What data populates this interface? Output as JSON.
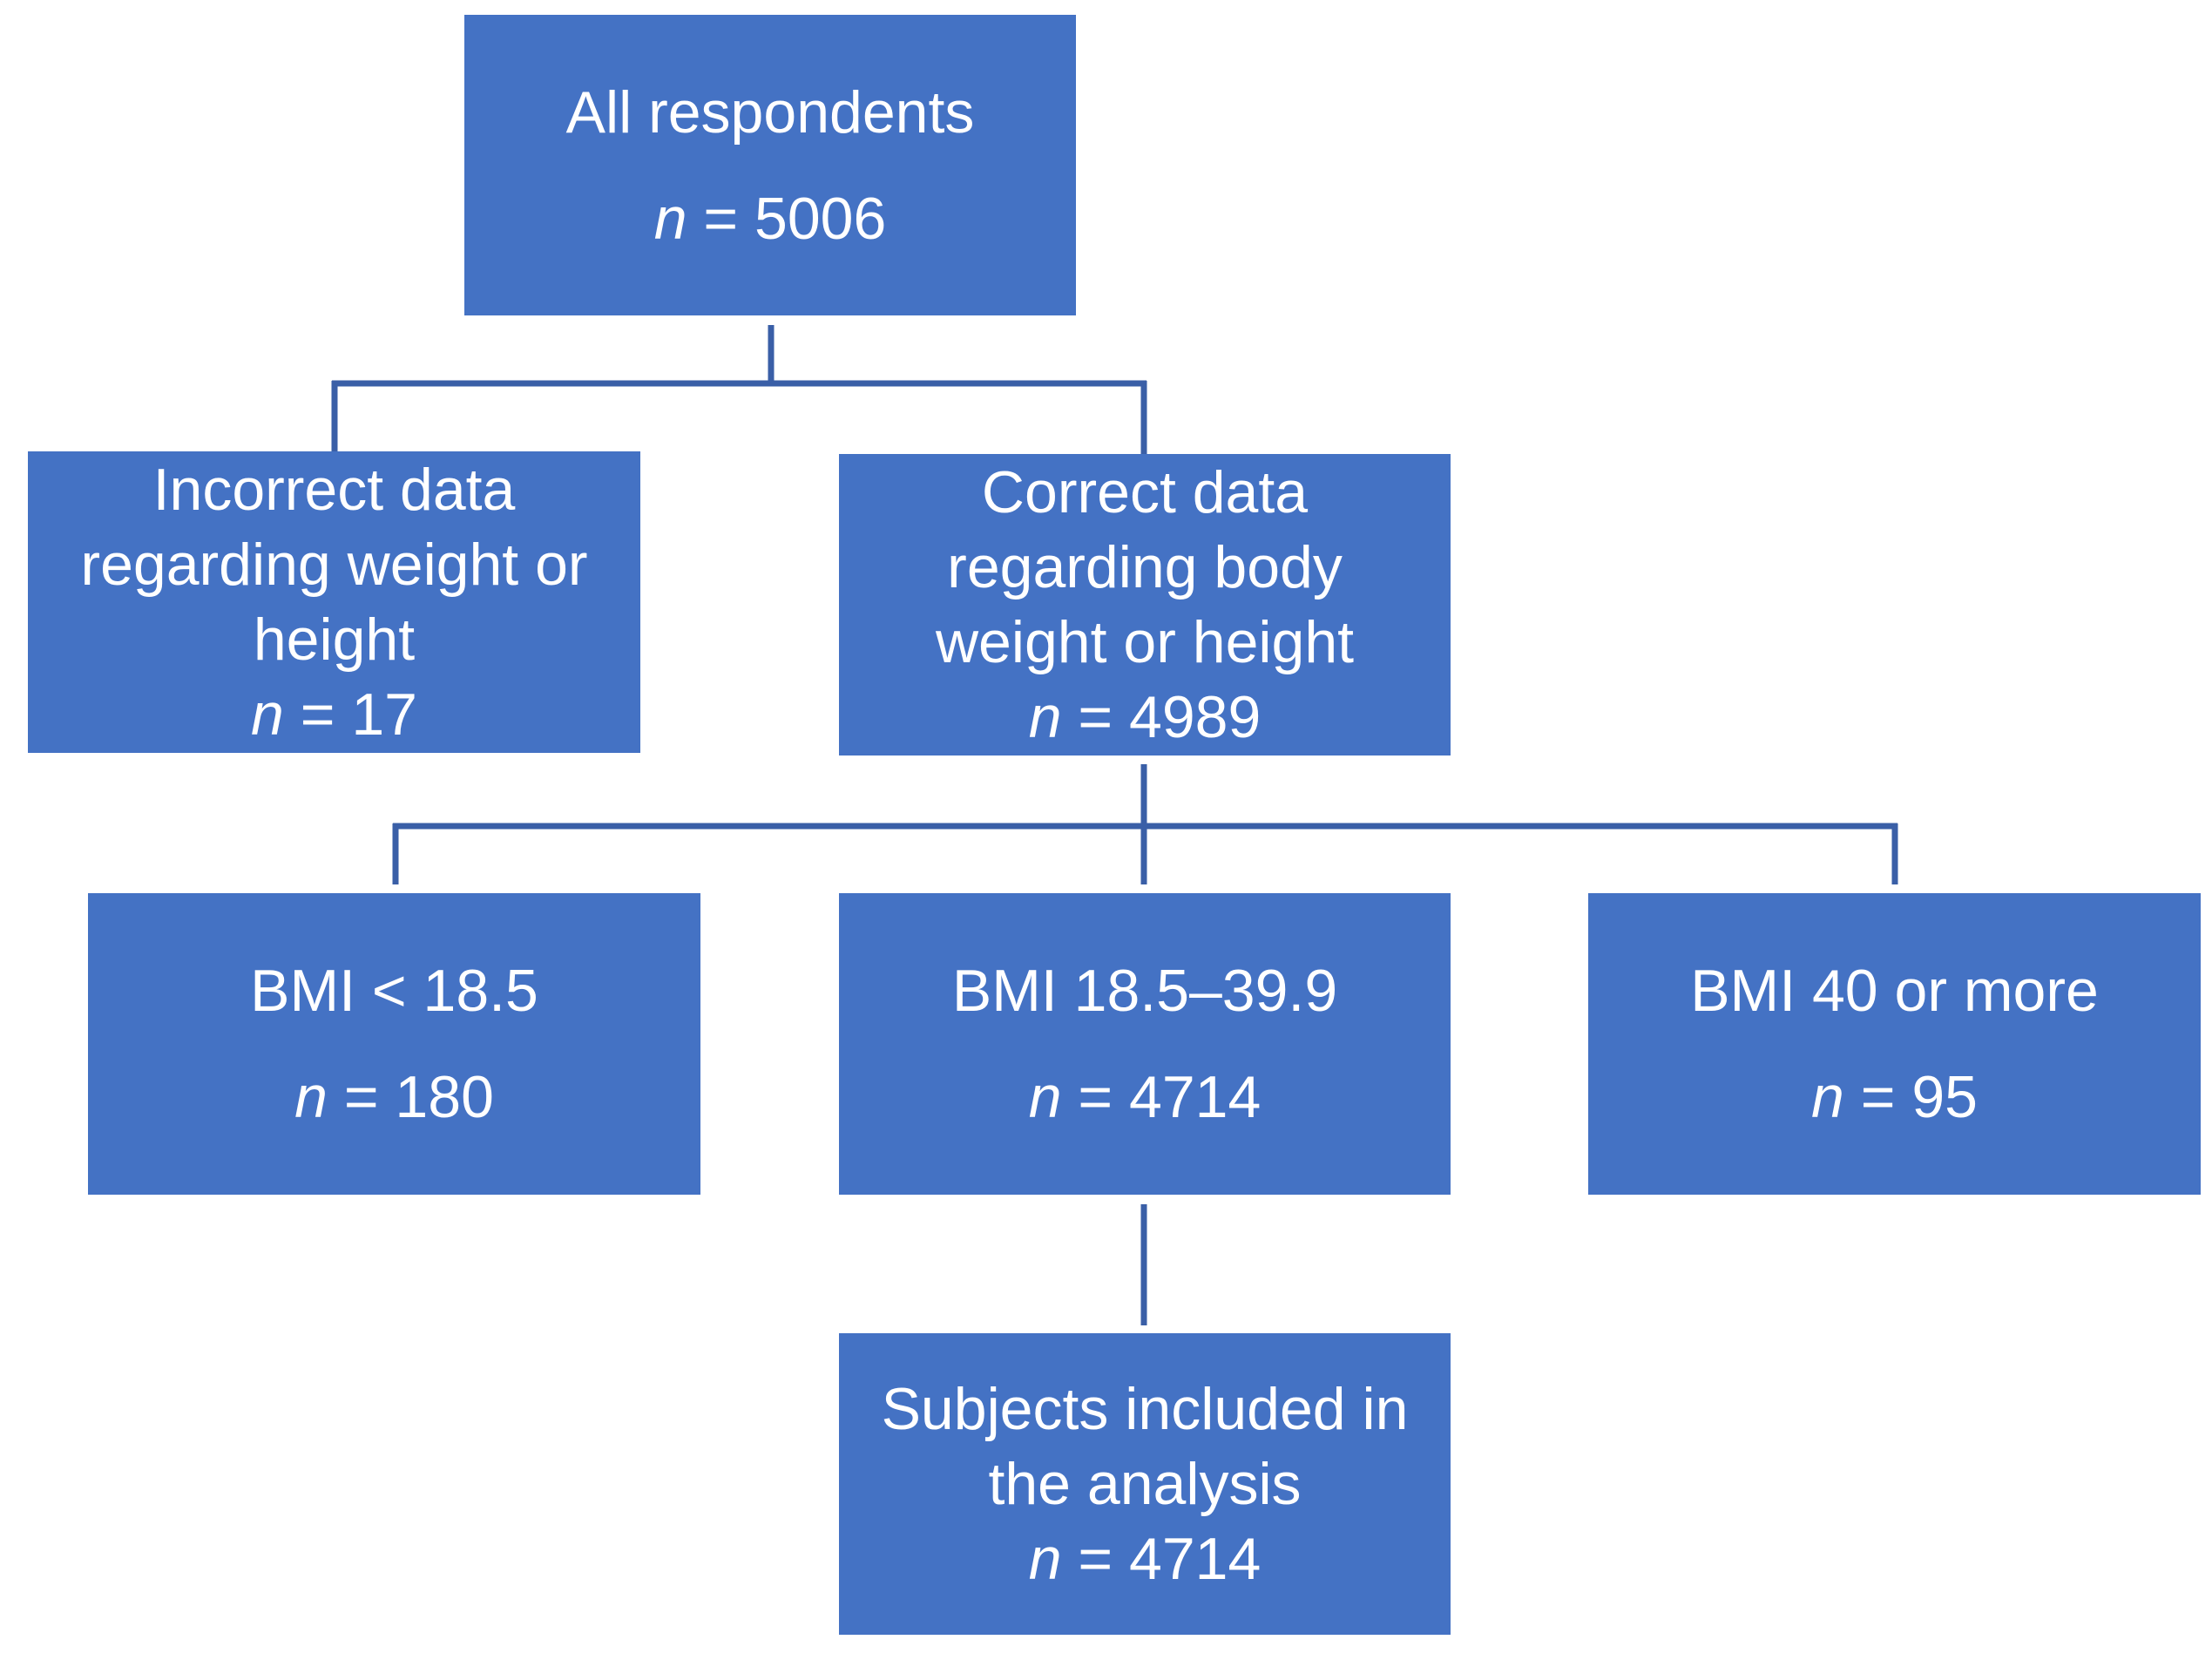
{
  "boxes": {
    "all": {
      "label": "All respondents",
      "count": "= 5006"
    },
    "incorrect": {
      "label": "Incorrect data regarding weight or height",
      "count": "= 17"
    },
    "correct": {
      "label": "Correct data regarding body weight or height",
      "count": "= 4989"
    },
    "bmi_low": {
      "label": "BMI < 18.5",
      "count": "= 180"
    },
    "bmi_mid": {
      "label": "BMI 18.5–39.9",
      "count": "= 4714"
    },
    "bmi_high": {
      "label": "BMI 40 or more",
      "count": "= 95"
    },
    "included": {
      "label": "Subjects included in the analysis",
      "count": "= 4714"
    }
  },
  "n_symbol": "n",
  "colors": {
    "box_fill": "#4472c4",
    "connector": "#3a5fa7",
    "text": "#ffffff"
  }
}
